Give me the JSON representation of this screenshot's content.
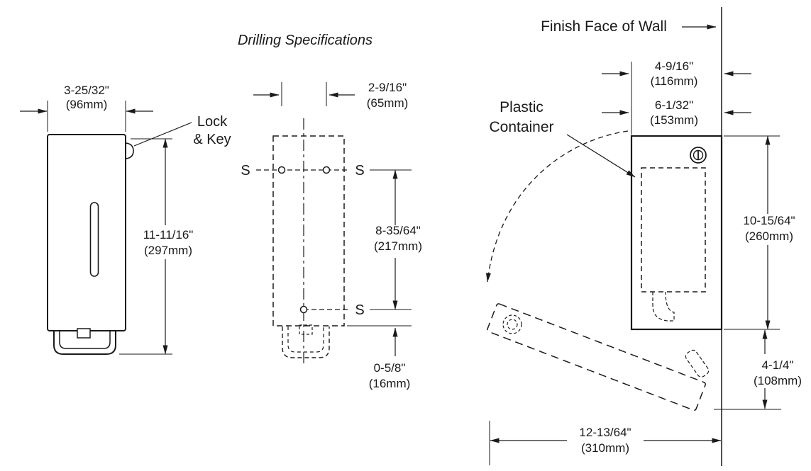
{
  "title": "Drilling Specifications",
  "front_view": {
    "width": "3-25/32\"",
    "width_mm": "(96mm)",
    "height": "11-11/16\"",
    "height_mm": "(297mm)",
    "lock_line1": "Lock",
    "lock_line2": "& Key"
  },
  "drilling": {
    "hole_spacing": "2-9/16\"",
    "hole_spacing_mm": "(65mm)",
    "hole_vertical": "8-35/64\"",
    "hole_vertical_mm": "(217mm)",
    "bottom_offset": "0-5/8\"",
    "bottom_offset_mm": "(16mm)",
    "screw": "S"
  },
  "side_view": {
    "wall_label": "Finish Face of Wall",
    "container_line1": "Plastic",
    "container_line2": "Container",
    "depth": "4-9/16\"",
    "depth_mm": "(116mm)",
    "depth_open": "6-1/32\"",
    "depth_open_mm": "(153mm)",
    "height": "10-15/64\"",
    "height_mm": "(260mm)",
    "below_clearance": "4-1/4\"",
    "below_clearance_mm": "(108mm)",
    "open_clearance": "12-13/64\"",
    "open_clearance_mm": "(310mm)"
  },
  "colors": {
    "line": "#1a1a1a",
    "background": "#ffffff"
  }
}
